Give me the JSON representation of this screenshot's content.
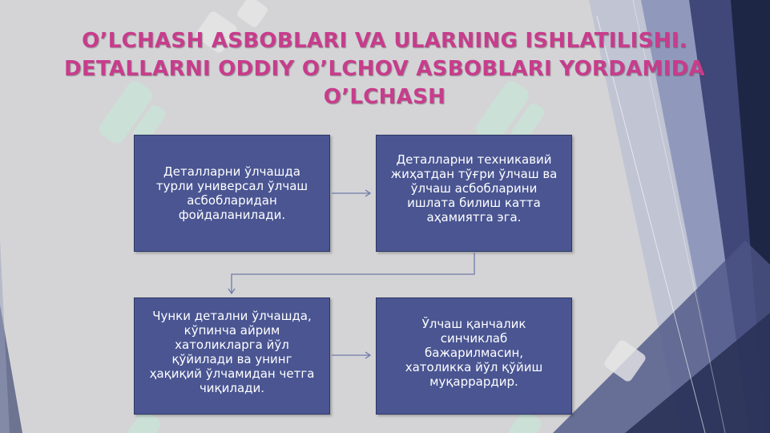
{
  "slide": {
    "title_lines": [
      "O’LCHASH ASBOBLARI VA ULARNING ISHLATILISHI.",
      "DETALLARNI ODDIY O’LCHOV ASBOBLARI YORDAMIDA",
      "O’LCHASH"
    ],
    "title_color": "#c83c8c"
  },
  "diagram": {
    "box_color": "#4a5592",
    "boxes": [
      {
        "lines": [
          "Деталларни ўлчашда",
          "турли универсал ўлчаш",
          "асбобларидан",
          "фойдаланилади."
        ]
      },
      {
        "lines": [
          "Деталларни техникавий",
          "жиҳатдан тўғри ўлчаш ва",
          "ўлчаш асбобларини",
          "ишлата билиш катта",
          "аҳамиятга эга."
        ]
      },
      {
        "lines": [
          "Чунки детални ўлчашда,",
          "кўпинча айрим",
          "хатоликларга йўл",
          "қўйилади ва унинг",
          "ҳақиқий ўлчамидан четга",
          "чиқилади."
        ]
      },
      {
        "lines": [
          "Ўлчаш қанчалик",
          "синчиклаб",
          "бажарилмасин,",
          "хатоликка йўл қўйиш",
          "муқаррардир."
        ]
      }
    ],
    "connectors": [
      {
        "from": "box-1",
        "to": "box-2"
      },
      {
        "from": "box-2",
        "to": "box-3"
      },
      {
        "from": "box-3",
        "to": "box-4"
      }
    ]
  }
}
